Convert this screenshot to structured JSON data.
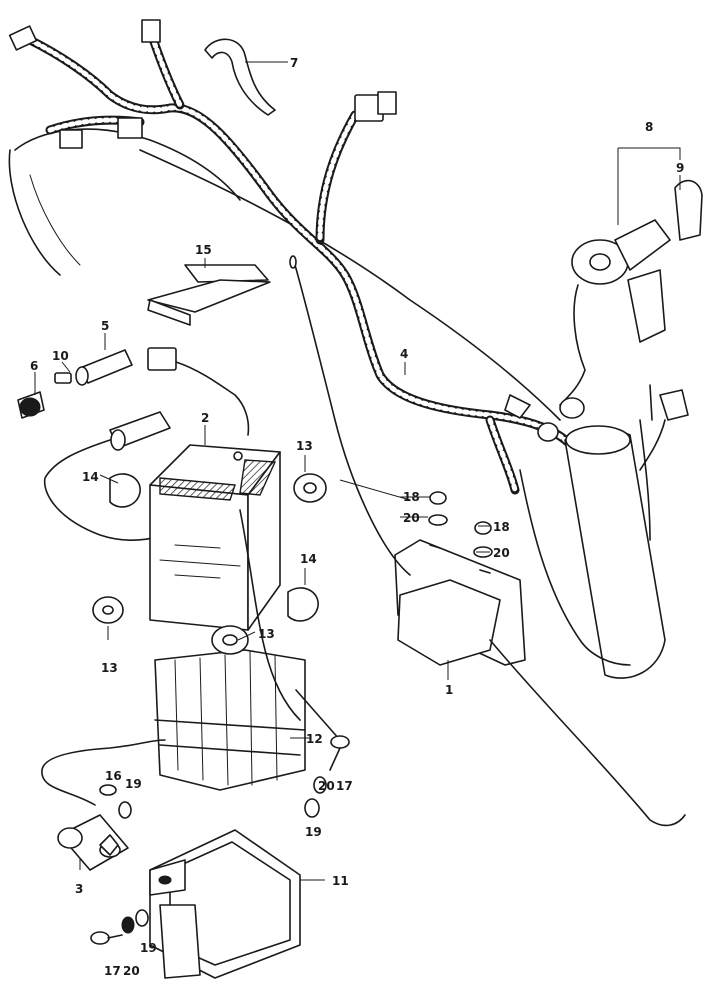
{
  "diagram": {
    "callouts": {
      "c1": "1",
      "c2": "2",
      "c3": "3",
      "c4": "4",
      "c5": "5",
      "c6": "6",
      "c7": "7",
      "c8": "8",
      "c9": "9",
      "c10": "10",
      "c11": "11",
      "c12": "12",
      "c13a": "13",
      "c13b": "13",
      "c13c": "13",
      "c14a": "14",
      "c14b": "14",
      "c15": "15",
      "c16": "16",
      "c17a": "17",
      "c17b": "17",
      "c18a": "18",
      "c18b": "18",
      "c19a": "19",
      "c19b": "19",
      "c19c": "19",
      "c20a": "20",
      "c20b": "20",
      "c20c": "20",
      "c20d": "20"
    }
  },
  "colors": {
    "ink": "#1a1a1a",
    "paper": "#ffffff"
  }
}
